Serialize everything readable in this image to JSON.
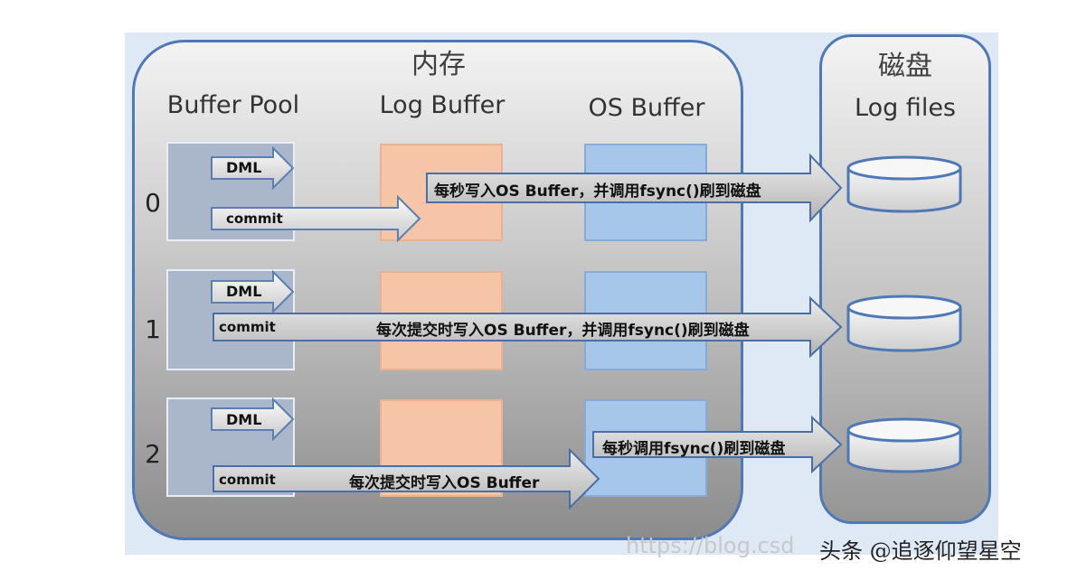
{
  "memory_title": "内存",
  "disk_title": "磁盘",
  "columns": {
    "buffer_pool": "Buffer Pool",
    "log_buffer": "Log Buffer",
    "os_buffer": "OS Buffer",
    "log_files": "Log files"
  },
  "rows": [
    {
      "number": "0",
      "dml": "DML",
      "commit": "commit",
      "flow_text": "每秒写入OS Buffer，并调用fsync()刷到磁盘"
    },
    {
      "number": "1",
      "dml": "DML",
      "commit": "commit",
      "flow_text": "每次提交时写入OS Buffer，并调用fsync()刷到磁盘"
    },
    {
      "number": "2",
      "dml": "DML",
      "commit": "commit",
      "flow_text": "每次提交时写入OS Buffer",
      "flow_text_2": "每秒调用fsync()刷到磁盘"
    }
  ],
  "watermark": {
    "url": "https://blog.csd",
    "author": "头条 @追逐仰望星空"
  },
  "colors": {
    "buffer_pool": "#aab6ca",
    "log_buffer": "#f6c4a6",
    "os_buffer": "#a6c7ea",
    "border_blue": "#4f79b6"
  }
}
